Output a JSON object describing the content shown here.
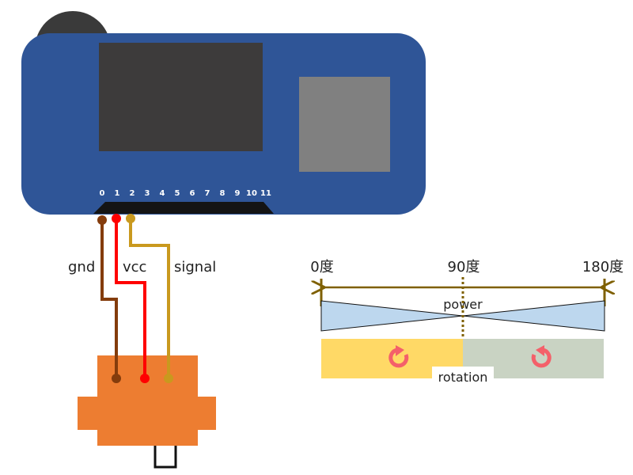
{
  "board": {
    "pins": [
      "0",
      "1",
      "2",
      "3",
      "4",
      "5",
      "6",
      "7",
      "8",
      "9",
      "10",
      "11"
    ]
  },
  "wires": {
    "gnd": "gnd",
    "vcc": "vcc",
    "signal": "signal"
  },
  "scale": {
    "start": "0度",
    "middle": "90度",
    "end": "180度"
  },
  "bars": {
    "power": "power",
    "rotation": "rotation"
  },
  "colors": {
    "board": "#2f5597",
    "board_dark": "#3a3a3a",
    "screen": "#3d3b3b",
    "panel": "#808080",
    "gnd_wire": "#843c0c",
    "vcc_wire": "#ff0000",
    "signal_wire": "#c9991e",
    "servo": "#ed7d31",
    "arrow_line": "#7f6000",
    "power_fill": "#bdd7ee",
    "rotation_left": "#ffd966",
    "rotation_right": "#c9d3c3",
    "rotation_icon": "#f4606a"
  }
}
